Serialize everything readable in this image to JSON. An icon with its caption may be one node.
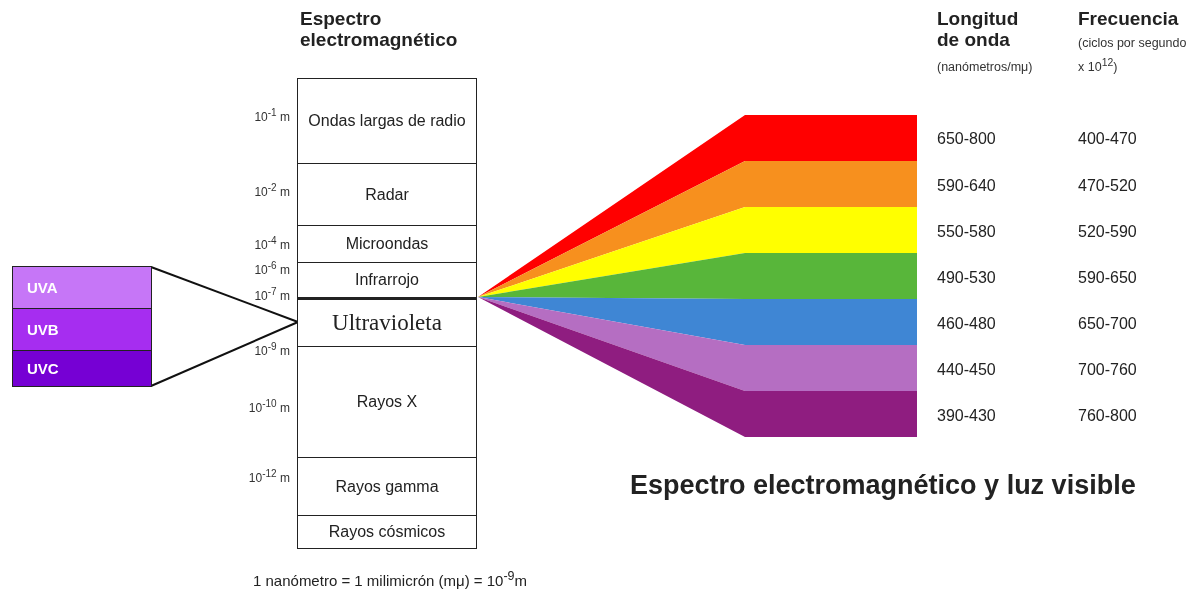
{
  "diagram": {
    "title": "Espectro electromagnético y luz visible",
    "nodes": [
      {
        "text": [
          "Ondas largas de radio"
        ]
      },
      {
        "text": [
          "Radar"
        ]
      },
      {
        "text": [
          "Microondas"
        ]
      },
      {
        "text": [
          "Infrarrojo"
        ]
      },
      {
        "text": [
          "Ultravioleta"
        ]
      },
      {
        "text": [
          "Rayos X"
        ]
      },
      {
        "text": [
          "Rayos gamma"
        ]
      },
      {
        "text": [
          "Rayos cósmicos"
        ]
      },
      {
        "text": [
          "UVA"
        ]
      },
      {
        "text": [
          "UVB"
        ]
      },
      {
        "text": [
          "UVC"
        ]
      },
      {
        "text": [],
        "shape": "band"
      },
      {
        "text": [],
        "shape": "band"
      },
      {
        "text": [],
        "shape": "band"
      },
      {
        "text": [],
        "shape": "band"
      },
      {
        "text": [],
        "shape": "band"
      },
      {
        "text": [],
        "shape": "band"
      },
      {
        "text": [],
        "shape": "band"
      }
    ],
    "edges": [
      {
        "from": 4,
        "to": 8,
        "arrow": "none"
      },
      {
        "from": 4,
        "to": 10,
        "arrow": "none"
      }
    ],
    "labels": [
      "Espectro electromagnético",
      "Longitud de onda",
      "(nanómetros/mμ)",
      "Frecuencia",
      "(ciclos por segundo x 10$^{12}$)",
      "10$^{-1}$ m",
      "10$^{-2}$ m",
      "10$^{-4}$ m",
      "10$^{-6}$ m",
      "10$^{-7}$ m",
      "10$^{-9}$ m",
      "10$^{-10}$ m",
      "10$^{-12}$ m",
      "650-800",
      "400-470",
      "590-640",
      "470-520",
      "550-580",
      "520-590",
      "490-530",
      "590-650",
      "460-480",
      "650-700",
      "440-450",
      "700-760",
      "390-430",
      "760-800",
      "1 nanómetro = 1 milimicrón (mμ) = 10$^{-9}$m"
    ]
  }
}
